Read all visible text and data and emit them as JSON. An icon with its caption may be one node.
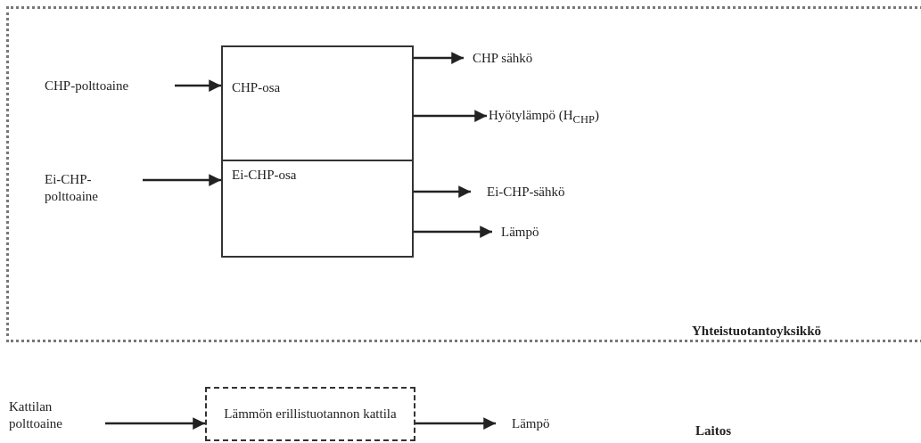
{
  "diagram": {
    "nodes": [
      {
        "text": [
          "Yhteistuotantoyksikkö"
        ]
      },
      {
        "text": [
          "CHP-osa"
        ],
        "in": 0
      },
      {
        "text": [
          "Ei-CHP-osa"
        ],
        "in": 0
      },
      {
        "text": [
          "CHP-polttoaine"
        ],
        "in": 0
      },
      {
        "text": [
          "Ei-CHP- polttoaine"
        ],
        "in": 0
      },
      {
        "text": [
          "CHP sähkö"
        ],
        "in": 0
      },
      {
        "text": [
          "Hyötylämpö (H$_{CHP}$)"
        ],
        "in": 0
      },
      {
        "text": [
          "Ei-CHP-sähkö"
        ],
        "in": 0
      },
      {
        "text": [
          "Lämpö"
        ],
        "in": 0
      },
      {
        "text": [
          "Kattilan polttoaine"
        ]
      },
      {
        "text": [
          "Lämmön erillistuotannon kattila"
        ]
      },
      {
        "text": [
          "Lämpö"
        ]
      }
    ],
    "edges": [
      {
        "from": 3,
        "to": 1,
        "arrow": "to"
      },
      {
        "from": 4,
        "to": 2,
        "arrow": "to"
      },
      {
        "from": 1,
        "to": 5,
        "arrow": "to"
      },
      {
        "from": 1,
        "to": 6,
        "arrow": "to"
      },
      {
        "from": 2,
        "to": 7,
        "arrow": "to"
      },
      {
        "from": 2,
        "to": 8,
        "arrow": "to"
      },
      {
        "from": 9,
        "to": 10,
        "arrow": "to"
      },
      {
        "from": 10,
        "to": 11,
        "arrow": "to"
      }
    ],
    "labels": [
      "Laitos"
    ]
  }
}
